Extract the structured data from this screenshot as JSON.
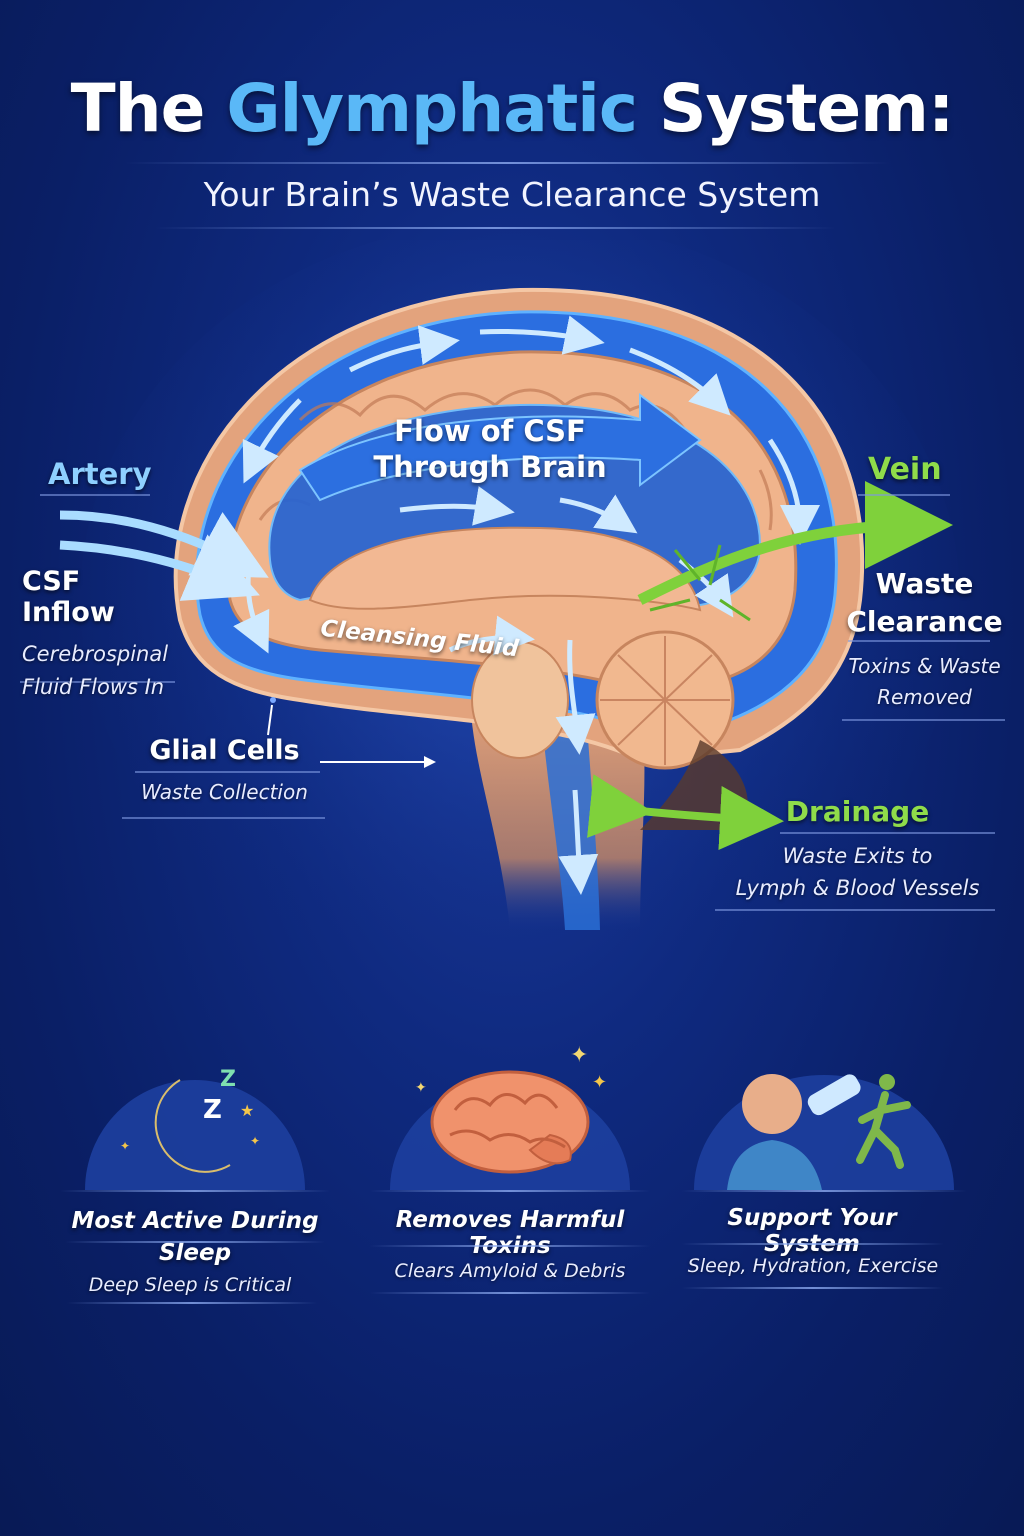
{
  "header": {
    "title_prefix": "The",
    "title_highlight": "Glymphatic",
    "title_suffix": "System:",
    "subtitle": "Your Brain’s Waste Clearance System"
  },
  "diagram": {
    "flow_label_line1": "Flow of CSF",
    "flow_label_line2": "Through Brain",
    "cleansing_label": "Cleansing Fluid",
    "artery_label": "Artery",
    "vein_label": "Vein",
    "csf_inflow": {
      "title": "CSF Inflow",
      "line1": "Cerebrospinal",
      "line2": "Fluid Flows In"
    },
    "glial": {
      "title": "Glial Cells",
      "sub": "Waste Collection"
    },
    "waste_clearance": {
      "line1": "Waste",
      "line2": "Clearance",
      "sub1": "Toxins & Waste",
      "sub2": "Removed"
    },
    "drainage": {
      "title": "Drainage",
      "sub1": "Waste Exits to",
      "sub2": "Lymph & Blood Vessels"
    }
  },
  "cards": [
    {
      "title_line1": "Most Active During",
      "title_line2": "Sleep",
      "sub": "Deep Sleep is Critical",
      "icon": "moon-icon"
    },
    {
      "title_line1": "Removes Harmful Toxins",
      "title_line2": "",
      "sub": "Clears Amyloid & Debris",
      "icon": "brain-icon"
    },
    {
      "title_line1": "Support Your System",
      "title_line2": "",
      "sub": "Sleep, Hydration, Exercise",
      "icon": "hydration-exercise-icon"
    }
  ],
  "icon_text": {
    "zz1": "Z",
    "zz2": "Z"
  },
  "colors": {
    "background": "#0f2a80",
    "accent_blue": "#5ab8f7",
    "green": "#8fdc4a",
    "brain": "#f0b48c"
  }
}
